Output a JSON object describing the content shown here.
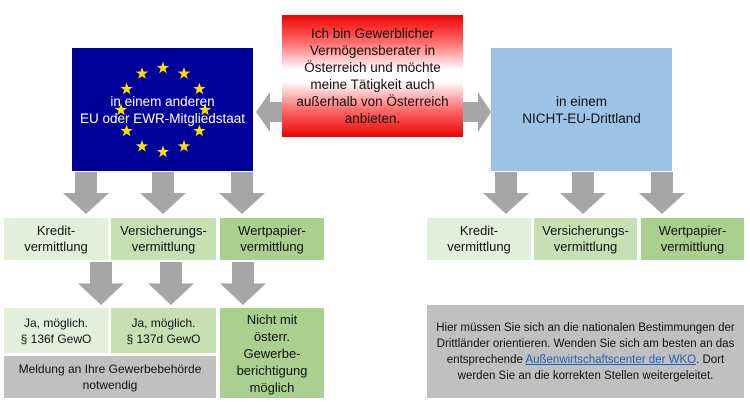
{
  "start": {
    "text": "Ich bin Gewerblicher\nVermögensberater in\nÖsterreich und möchte\nmeine Tätigkeit auch\naußerhalb von Österreich\nanbieten."
  },
  "eu": {
    "text": "in einem anderen\nEU oder EWR-Mitgliedstaat"
  },
  "noneu": {
    "text": "in einem\nNICHT-EU-Drittland"
  },
  "categories": {
    "kredit": "Kredit-\nvermittlung",
    "versicherung": "Versicherungs-\nvermittlung",
    "wertpapier": "Wertpapier-\nvermittlung"
  },
  "eu_results": {
    "kredit": "Ja, möglich.\n§ 136f GewO",
    "versicherung": "Ja, möglich.\n§ 137d GewO",
    "wertpapier": "Nicht mit\nösterr.\nGewerbe-\nberichtigung\nmöglich",
    "meldung": "Meldung an Ihre Gewerbebehörde\nnotwendig"
  },
  "noneu_result": {
    "text_before": "Hier müssen Sie sich an die nationalen Bestimmungen der Drittländer orientieren. Wenden Sie sich am besten an das entsprechende ",
    "link": "Außenwirtschaftscenter der WKO",
    "text_after": ". Dort werden Sie an die korrekten Stellen weitergeleitet."
  },
  "colors": {
    "eu_blue": "#00009b",
    "star": "#ffdd00",
    "noneu_blue": "#9dc3e6",
    "arrow": "#a6a6a6",
    "link": "#1f5fbf"
  }
}
